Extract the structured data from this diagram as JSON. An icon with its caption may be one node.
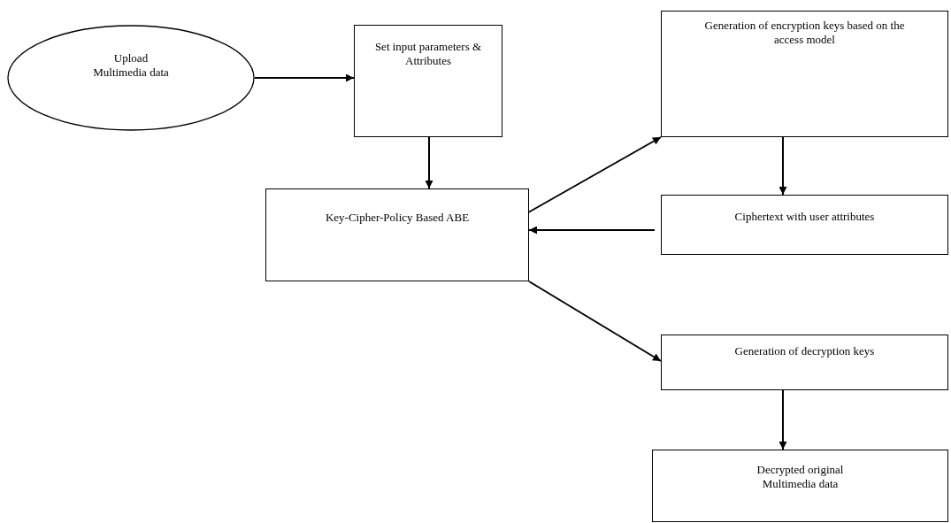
{
  "diagram": {
    "nodes": [
      {
        "text": [
          "Upload Multimedia data"
        ]
      },
      {
        "text": [
          "Set input parameters & Attributes"
        ]
      },
      {
        "text": [
          "Generation of encryption keys based on the access model"
        ]
      },
      {
        "text": [
          "Key-Cipher-Policy Based ABE"
        ]
      },
      {
        "text": [
          "Ciphertext with user attributes"
        ]
      },
      {
        "text": [
          "Generation of decryption keys"
        ]
      },
      {
        "text": [
          "Decrypted original Multimedia data"
        ]
      }
    ],
    "edges": [
      {
        "from": 0,
        "to": 1,
        "arrow": "to"
      },
      {
        "from": 1,
        "to": 3,
        "arrow": "to"
      },
      {
        "from": 3,
        "to": 2,
        "arrow": "to"
      },
      {
        "from": 2,
        "to": 4,
        "arrow": "to"
      },
      {
        "from": 4,
        "to": 3,
        "arrow": "to"
      },
      {
        "from": 3,
        "to": 5,
        "arrow": "to"
      },
      {
        "from": 5,
        "to": 6,
        "arrow": "to"
      }
    ]
  }
}
